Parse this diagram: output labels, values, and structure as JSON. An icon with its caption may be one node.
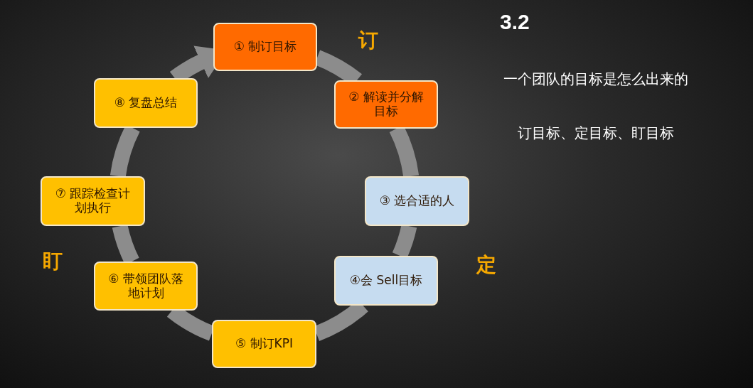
{
  "diagram": {
    "title": "3.2",
    "nodes": [
      {
        "text": [
          "① 制订目标"
        ]
      },
      {
        "text": [
          "② 解读并分解目标"
        ]
      },
      {
        "text": [
          "③ 选合适的人"
        ]
      },
      {
        "text": [
          "④会 Sell目标"
        ]
      },
      {
        "text": [
          "⑤ 制订KPI"
        ]
      },
      {
        "text": [
          "⑥ 带领团队落地计划"
        ]
      },
      {
        "text": [
          "⑦ 跟踪检查计划执行"
        ]
      },
      {
        "text": [
          "⑧ 复盘总结"
        ]
      }
    ],
    "edges": [
      {
        "from": 0,
        "to": 1,
        "arrow": "none"
      },
      {
        "from": 1,
        "to": 2,
        "arrow": "none"
      },
      {
        "from": 2,
        "to": 3,
        "arrow": "none"
      },
      {
        "from": 3,
        "to": 4,
        "arrow": "none"
      },
      {
        "from": 4,
        "to": 5,
        "arrow": "none"
      },
      {
        "from": 5,
        "to": 6,
        "arrow": "none"
      },
      {
        "from": 6,
        "to": 7,
        "arrow": "none"
      },
      {
        "from": 7,
        "to": 0,
        "arrow": "to"
      }
    ],
    "labels": [
      "订",
      "定",
      "盯",
      "一个团队的目标是怎么出来的",
      "订目标、定目标、盯目标"
    ]
  }
}
